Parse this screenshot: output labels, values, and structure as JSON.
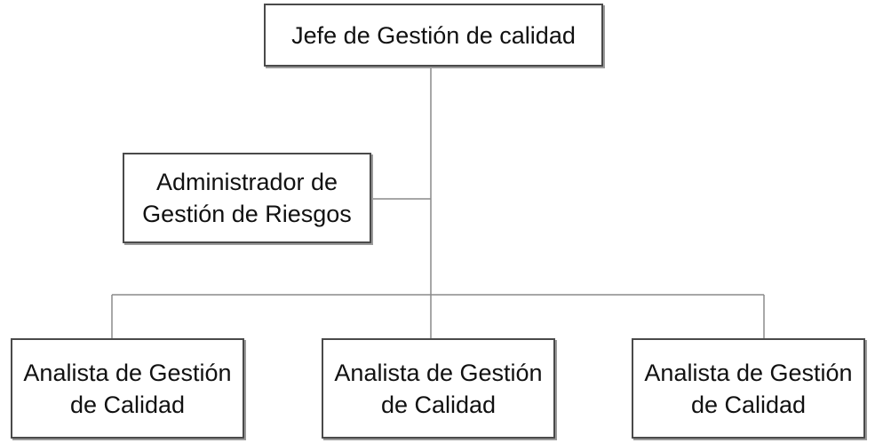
{
  "org_chart": {
    "head": {
      "label": "Jefe de Gestión de calidad"
    },
    "staff": {
      "label": "Administrador de\nGestión de Riesgos"
    },
    "subordinates": [
      {
        "label": "Analista de Gestión\nde Calidad"
      },
      {
        "label": "Analista de Gestión\nde Calidad"
      },
      {
        "label": "Analista de Gestión\nde Calidad"
      }
    ]
  }
}
